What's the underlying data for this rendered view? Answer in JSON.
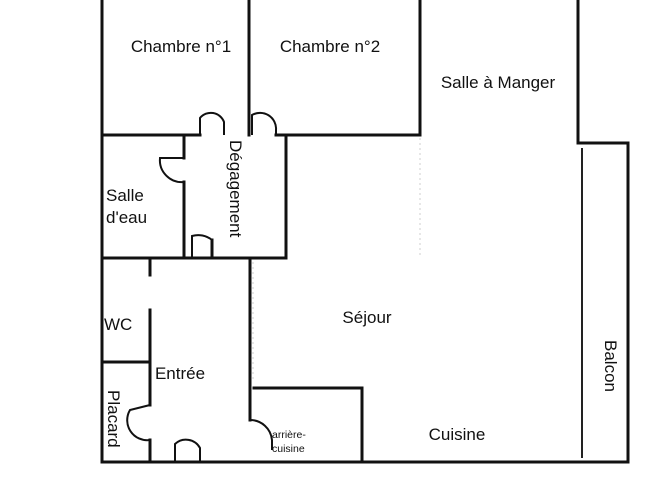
{
  "rooms": {
    "chambre1": "Chambre n°1",
    "chambre2": "Chambre n°2",
    "salle_a_manger": "Salle à Manger",
    "salle_eau_line1": "Salle",
    "salle_eau_line2": "d'eau",
    "degagement": "Dégagement",
    "wc": "WC",
    "sejour": "Séjour",
    "entree": "Entrée",
    "placard": "Placard",
    "arriere_cuisine_line1": "arrière-",
    "arriere_cuisine_line2": "cuisine",
    "cuisine": "Cuisine",
    "balcon": "Balcon"
  },
  "colors": {
    "wall": "#111111",
    "background": "#ffffff"
  }
}
